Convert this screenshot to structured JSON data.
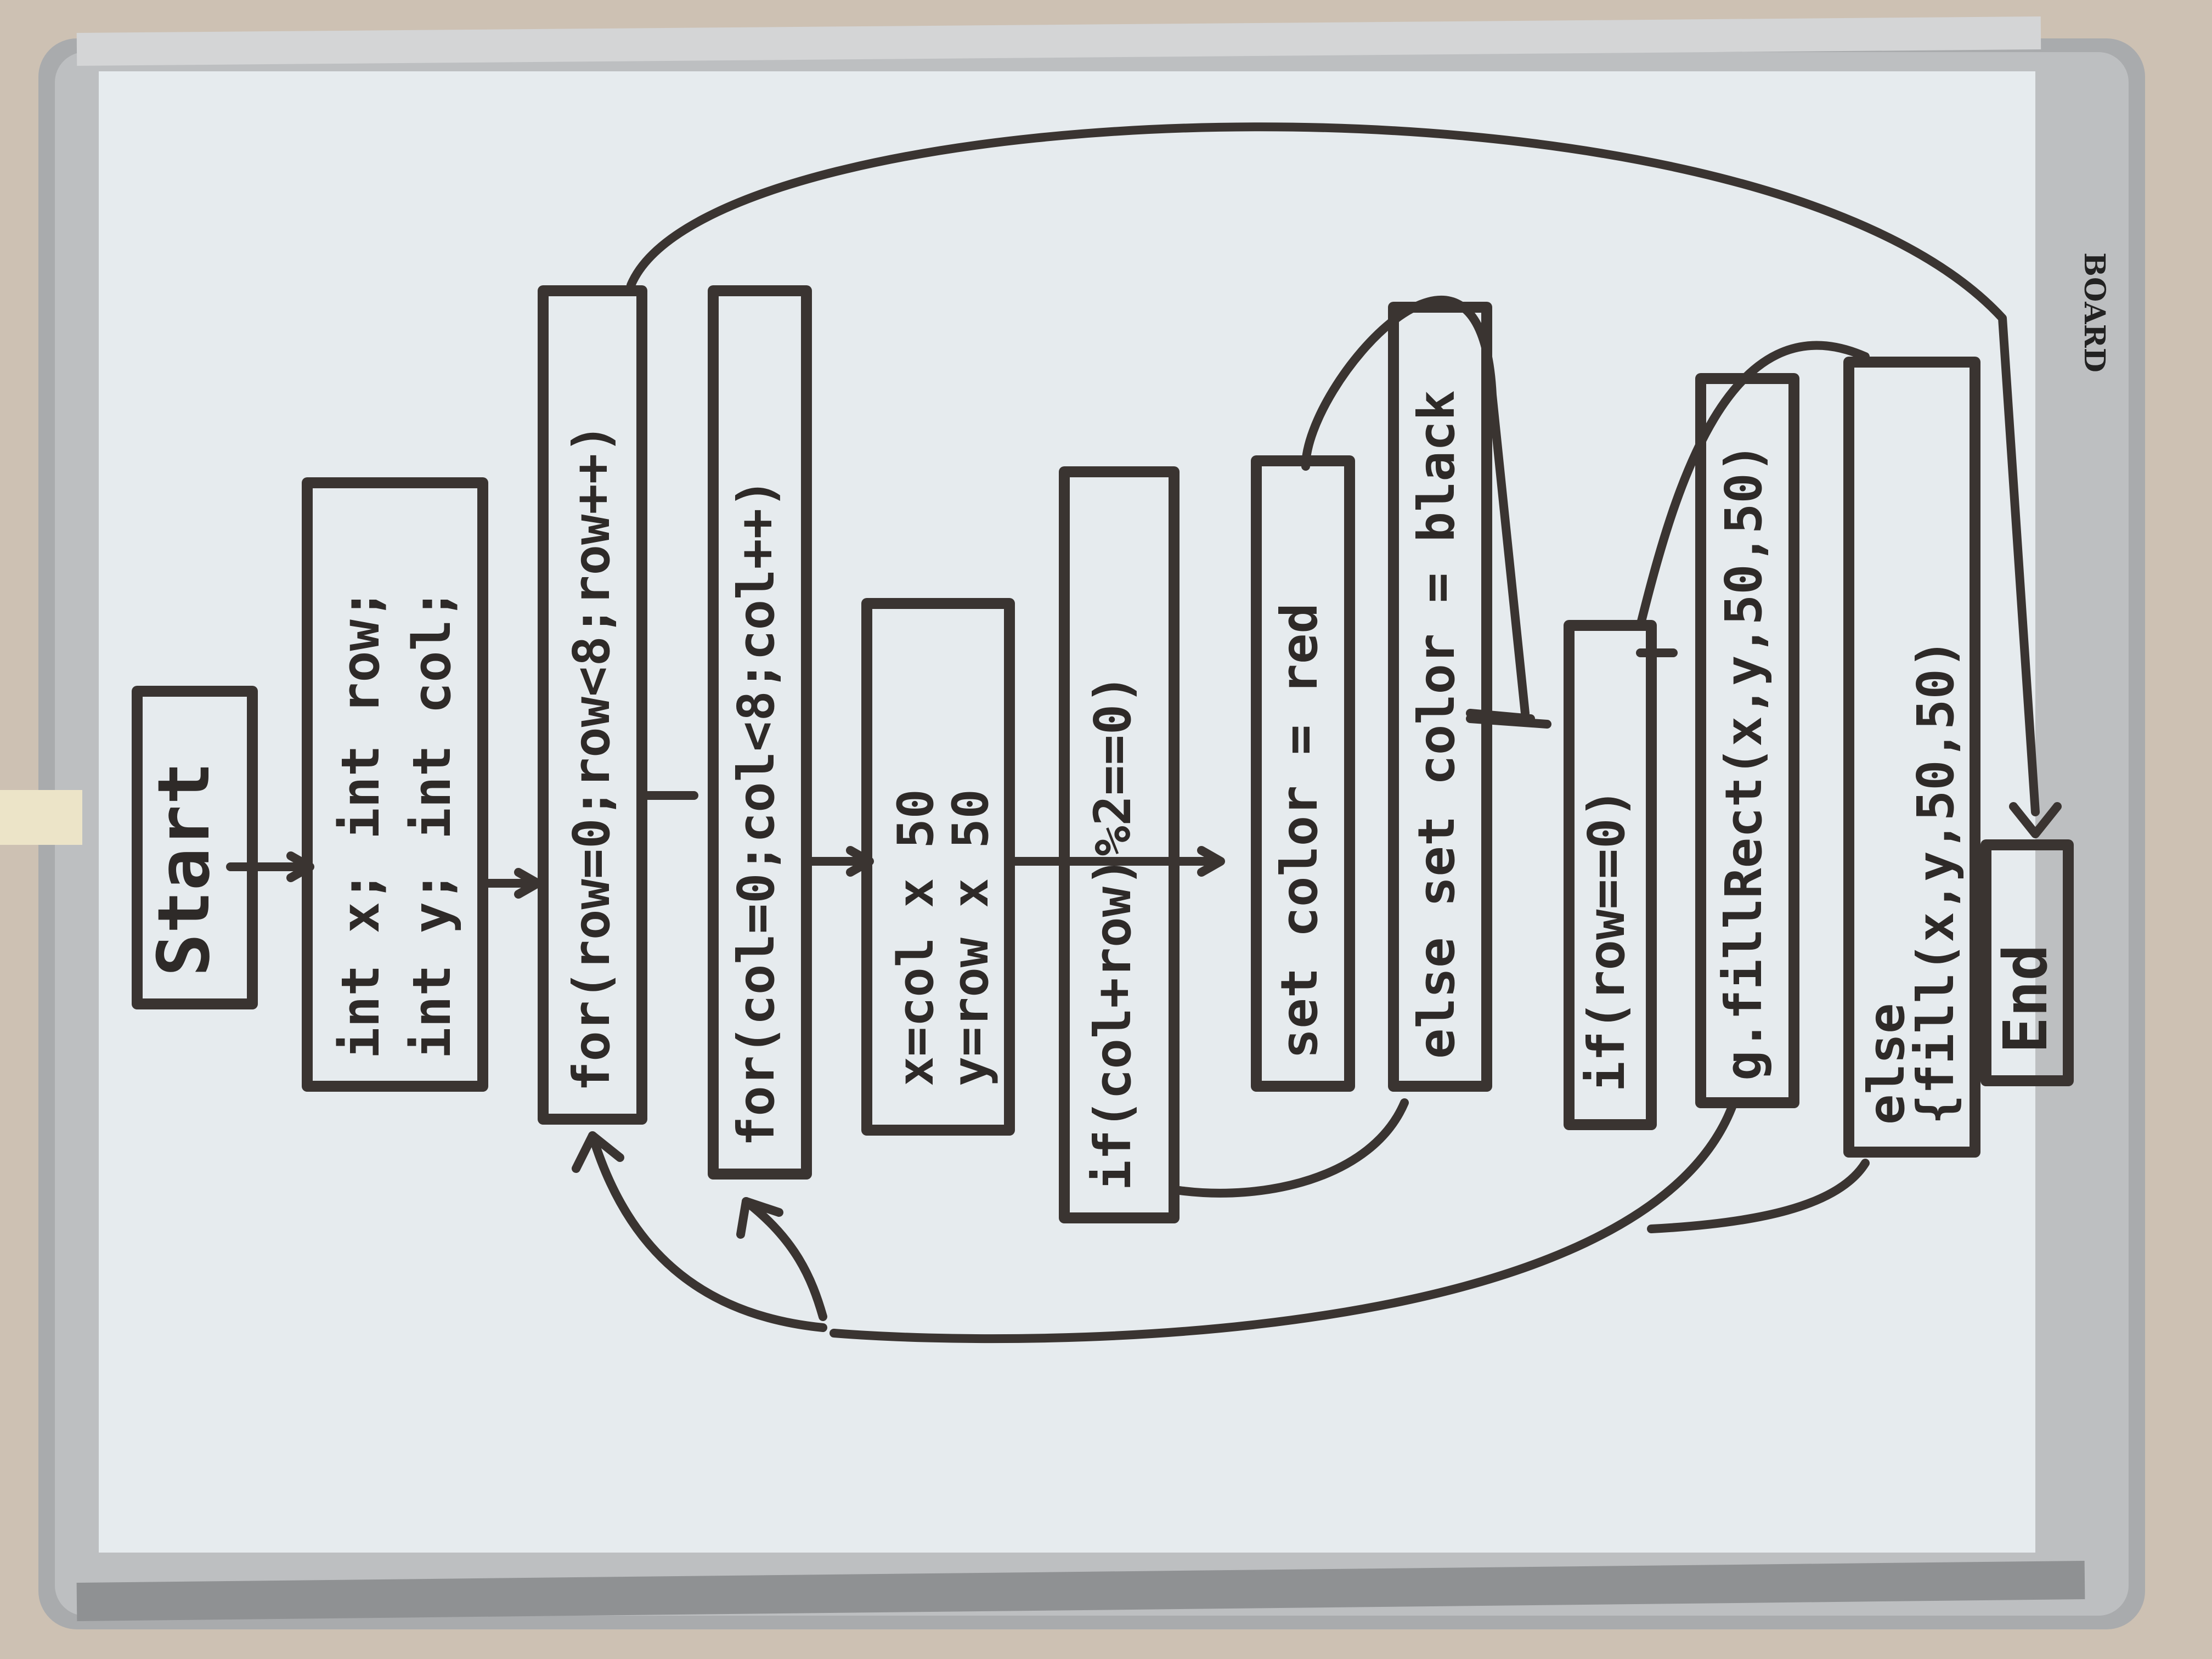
{
  "whiteboard": {
    "brand": "BOARD",
    "frame_color": "#a9abad",
    "surface_color": "#e6ebee",
    "marker_color": "#3a3431"
  },
  "flowchart": {
    "nodes": [
      {
        "id": "start",
        "lines": [
          "Start"
        ]
      },
      {
        "id": "declare",
        "lines": [
          "int x;  int row;",
          "int y;  int col;"
        ]
      },
      {
        "id": "row-loop",
        "lines": [
          "for(row=0;row<8;row++)"
        ]
      },
      {
        "id": "col-loop",
        "lines": [
          "for(col=0;col<8;col++)"
        ]
      },
      {
        "id": "calc",
        "lines": [
          "x=col x 50",
          "y=row x 50"
        ]
      },
      {
        "id": "if-even",
        "lines": [
          "if(col+row)%2==0)"
        ]
      },
      {
        "id": "set-red",
        "lines": [
          "set color = red"
        ]
      },
      {
        "id": "set-black",
        "lines": [
          "else set color = black"
        ]
      },
      {
        "id": "if-row0",
        "lines": [
          "if(row==0)"
        ]
      },
      {
        "id": "fillrect",
        "lines": [
          "g.fillRect(x,y,50,50)"
        ]
      },
      {
        "id": "else-fill",
        "lines": [
          "else",
          "{fill(x,y,50,50)"
        ]
      },
      {
        "id": "end",
        "lines": [
          "End"
        ]
      }
    ]
  }
}
